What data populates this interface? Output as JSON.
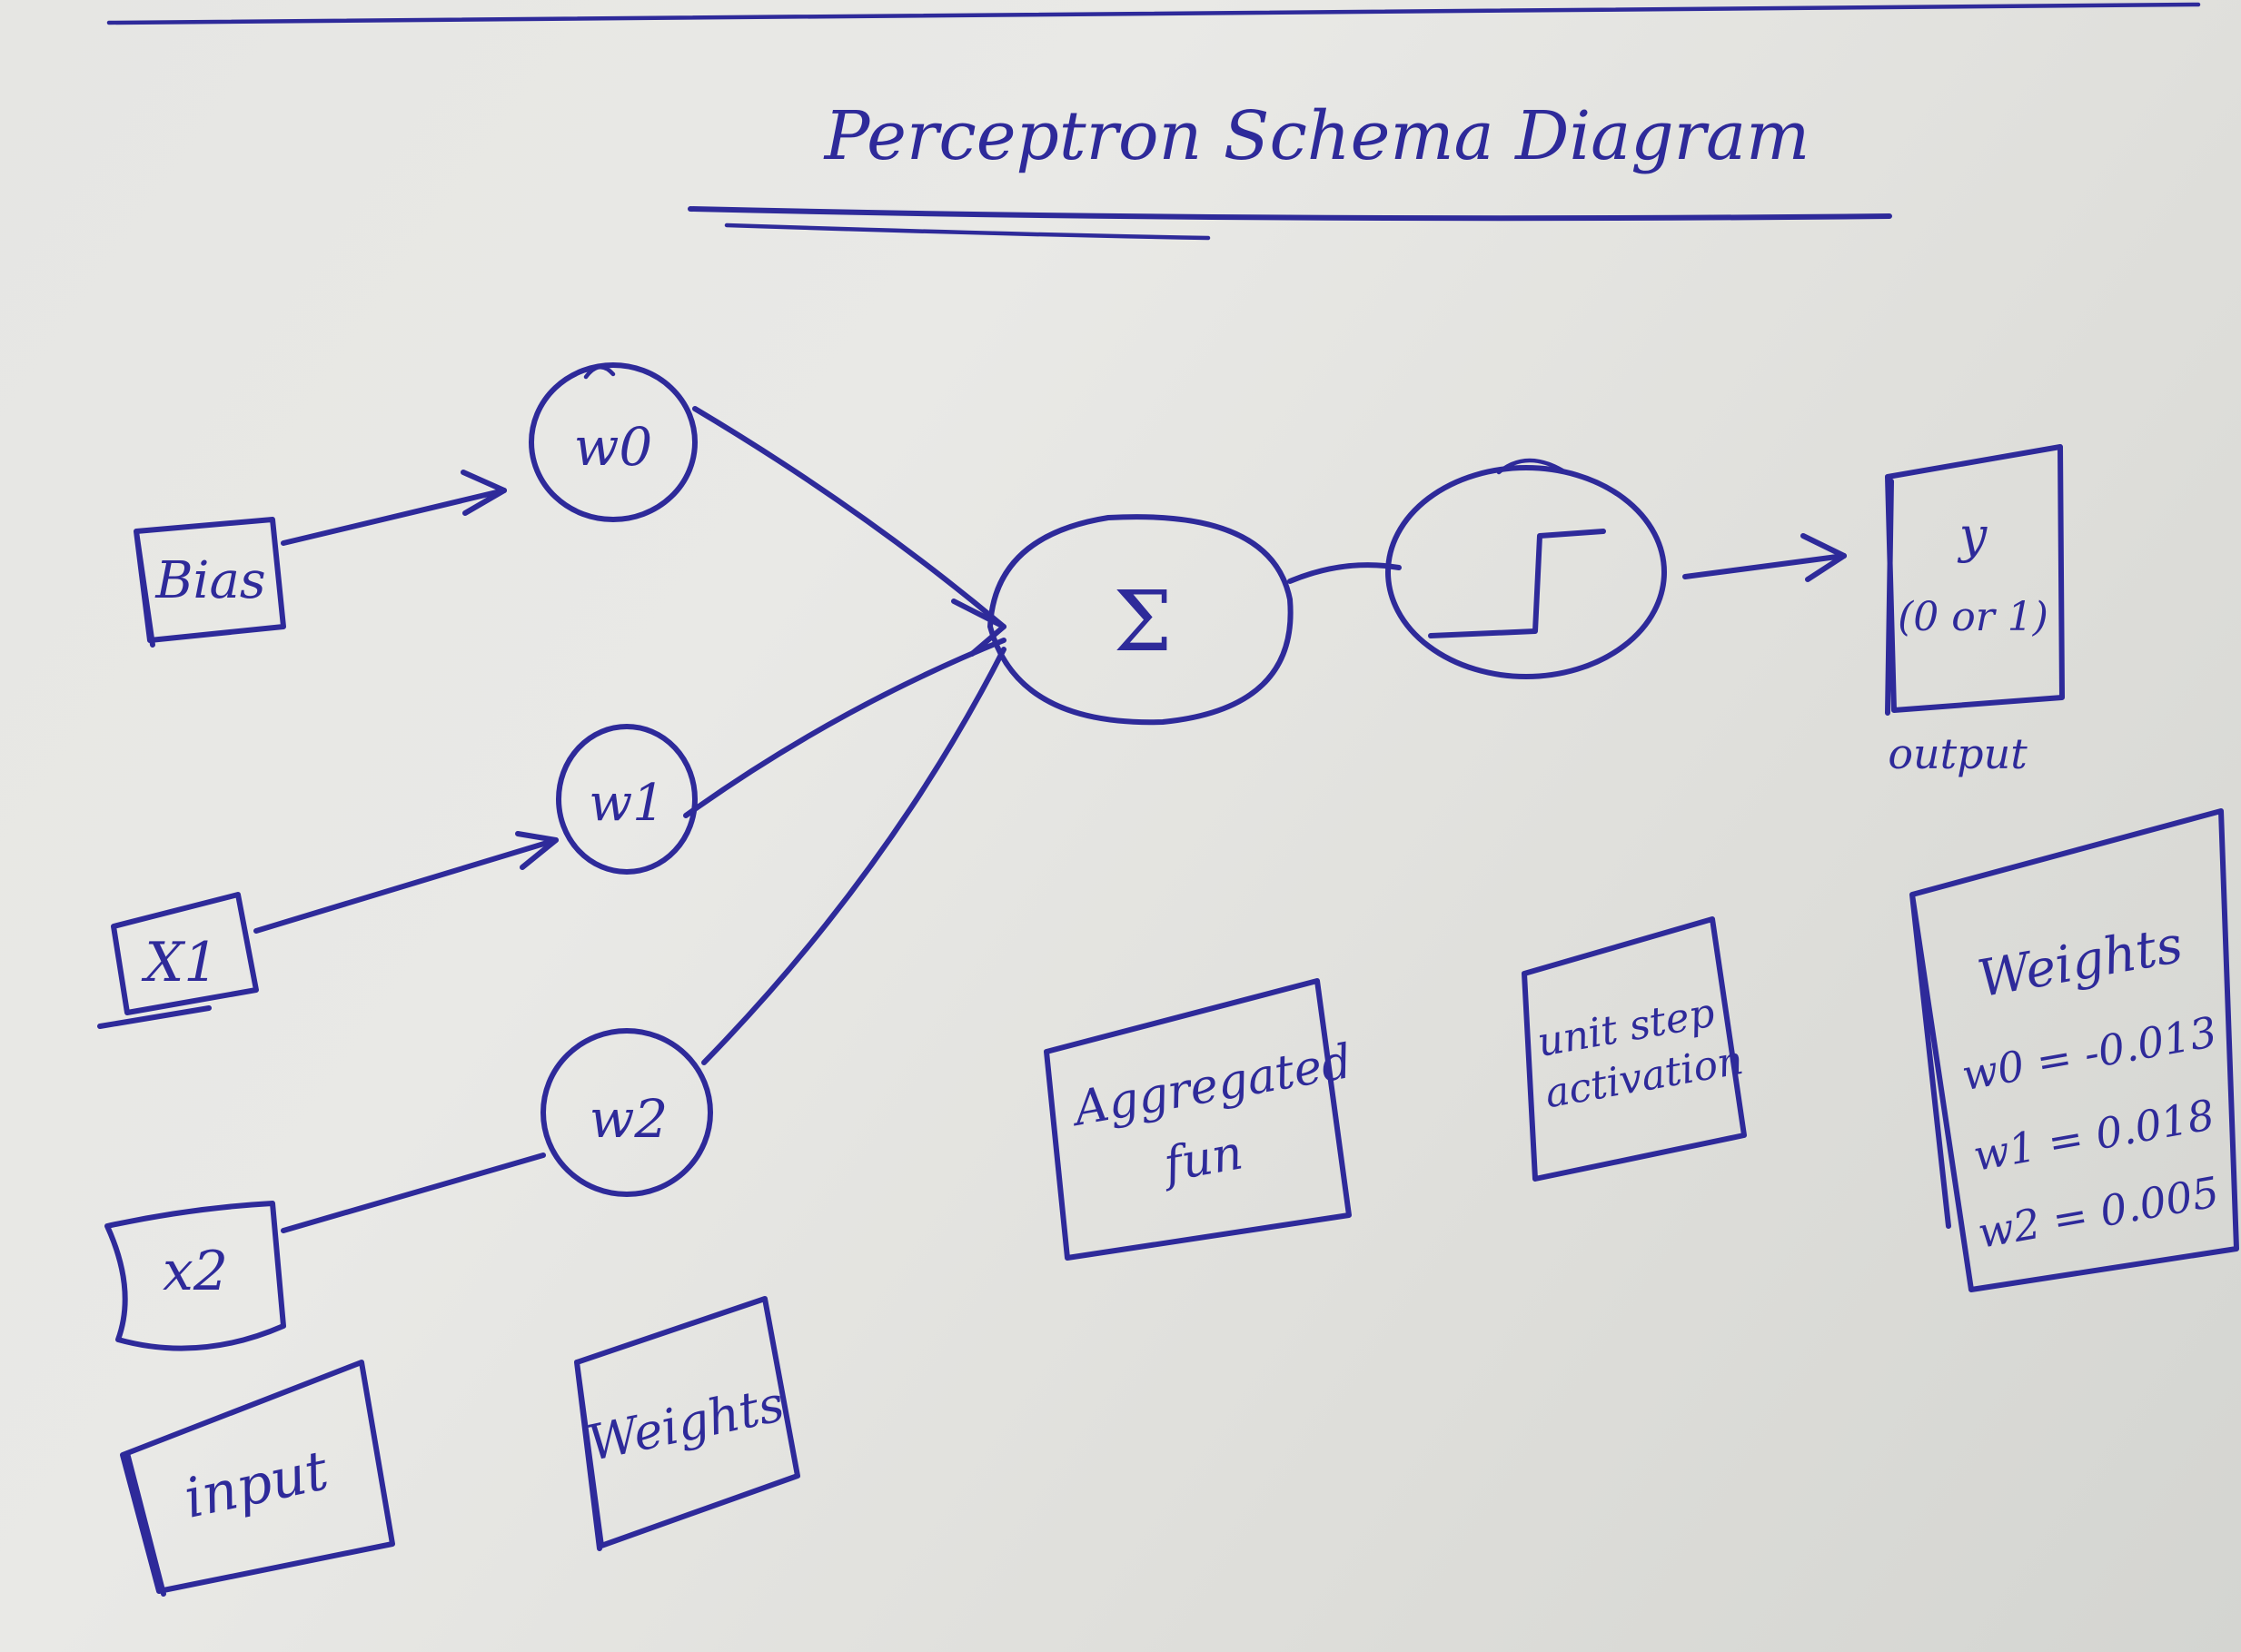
{
  "title": "Perceptron Schema Diagram",
  "inputs": [
    {
      "label": "Bias"
    },
    {
      "label": "X1"
    },
    {
      "label": "x2"
    }
  ],
  "weight_nodes": [
    {
      "label": "w0"
    },
    {
      "label": "w1"
    },
    {
      "label": "w2"
    }
  ],
  "sum_node": {
    "label": "Σ"
  },
  "output": {
    "symbol": "y",
    "values": "(0 or 1)",
    "label": "output"
  },
  "legend": {
    "input": "input",
    "weights": "Weights",
    "aggregate": "Aggregated fun",
    "activation": "unit step activation"
  },
  "weight_values": {
    "title": "Weights",
    "w0": "w0 = -0.013",
    "w1": "w1 = 0.018",
    "w2": "w2 = 0.005"
  },
  "colors": {
    "ink": "#2e2a9a",
    "paper": "#e6e6e3"
  }
}
